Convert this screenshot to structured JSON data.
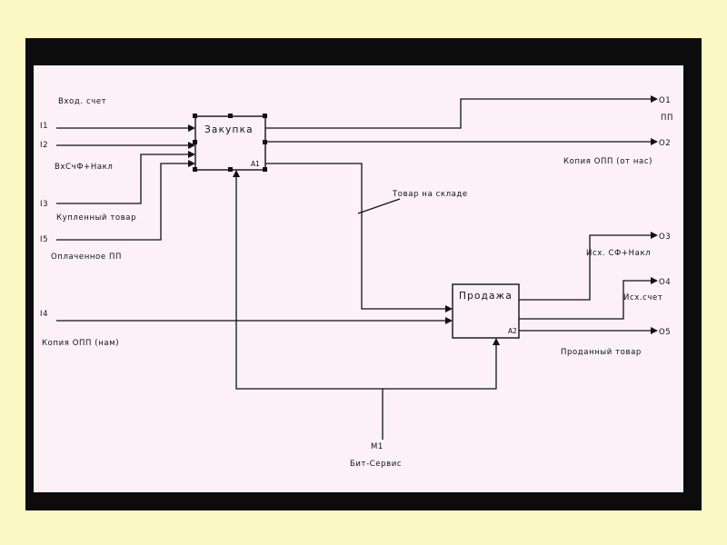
{
  "boxes": {
    "purchase": {
      "title": "Закупка",
      "id": "A1"
    },
    "sales": {
      "title": "Продажа",
      "id": "A2"
    }
  },
  "inputs": {
    "i1": {
      "code": "I1",
      "label": "Вход. счет"
    },
    "i2": {
      "code": "I2",
      "label": "ВхСчФ+Накл"
    },
    "i3": {
      "code": "I3",
      "label": "Купленный товар"
    },
    "i5": {
      "code": "I5",
      "label": "Оплаченное ПП"
    },
    "i4": {
      "code": "I4",
      "label": "Копия ОПП (нам)"
    }
  },
  "outputs": {
    "o1": {
      "code": "O1",
      "label": "ПП"
    },
    "o2": {
      "code": "O2",
      "label": "Копия ОПП (от нас)"
    },
    "o3": {
      "code": "O3",
      "label": "Исх. СФ+Накл"
    },
    "o4": {
      "code": "O4",
      "label": "Исх.счет"
    },
    "o5": {
      "code": "O5",
      "label": "Проданный товар"
    }
  },
  "internal": {
    "stock_label": "Товар на складе"
  },
  "mechanism": {
    "code": "M1",
    "label": "Бит-Сервис"
  }
}
